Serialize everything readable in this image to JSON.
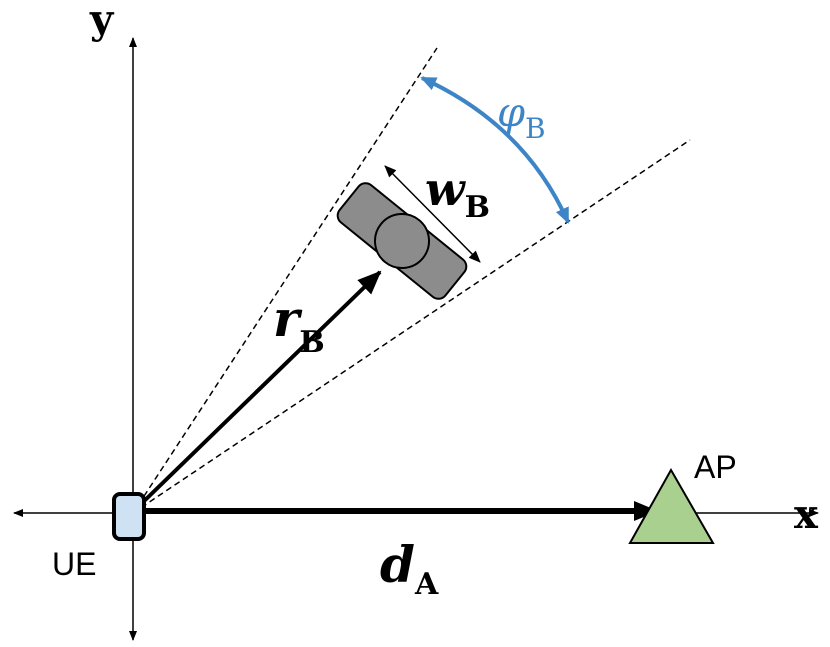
{
  "axes": {
    "x_label": "x",
    "y_label": "y"
  },
  "nodes": {
    "ue_label": "UE",
    "ap_label": "AP"
  },
  "vectors": {
    "distance_symbol": "d",
    "distance_subscript": "A",
    "range_symbol": "r",
    "range_subscript": "B",
    "width_symbol": "w",
    "width_subscript": "B"
  },
  "angle": {
    "symbol": "φ",
    "subscript": "B"
  },
  "colors": {
    "ue_fill": "#cfe2f3",
    "ap_fill": "#a9d08e",
    "blocker_fill": "#8c8c8c",
    "angle_color": "#3d85c6",
    "line_color": "#000000"
  }
}
